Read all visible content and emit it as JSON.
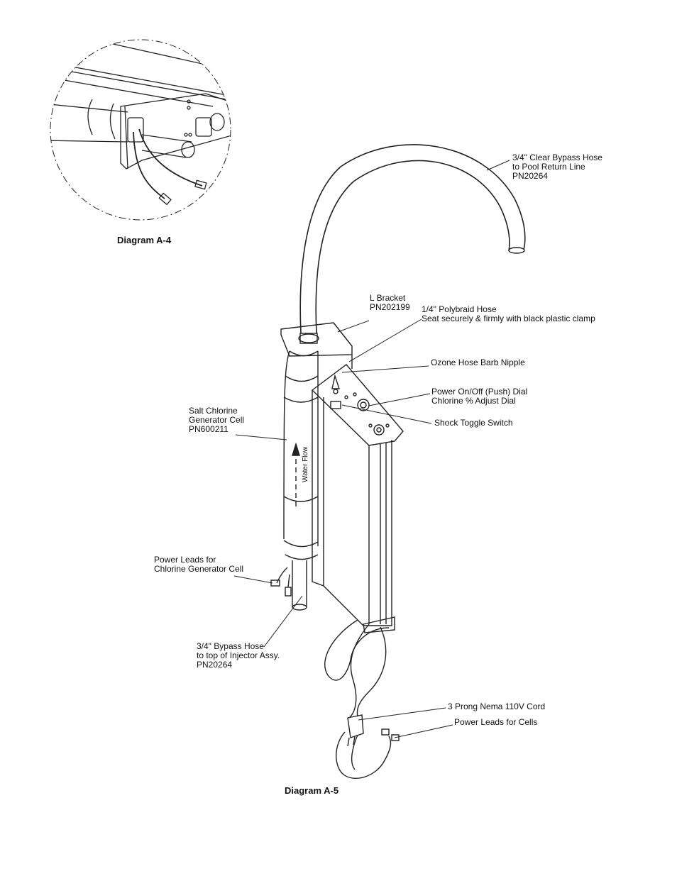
{
  "diagrams": {
    "detail_caption": "Diagram A-4",
    "main_caption": "Diagram A-5"
  },
  "callouts": {
    "bypass_hose_top": [
      "3/4\" Clear Bypass Hose",
      "to Pool Return Line",
      "PN20264"
    ],
    "l_bracket": [
      "L Bracket",
      "PN202199"
    ],
    "polybraid_hose": [
      "1/4\" Polybraid Hose",
      "Seat securely & firmly with black plastic clamp"
    ],
    "ozone_nipple": [
      "Ozone Hose Barb Nipple"
    ],
    "power_dial": [
      "Power On/Off (Push) Dial",
      "Chlorine % Adjust Dial"
    ],
    "shock_switch": [
      "Shock Toggle Switch"
    ],
    "salt_cell": [
      "Salt Chlorine",
      "Generator Cell",
      "PN600211"
    ],
    "power_leads_cell": [
      "Power Leads for",
      "Chlorine Generator Cell"
    ],
    "bypass_hose_bottom": [
      "3/4\" Bypass Hose",
      "to top of Injector Assy.",
      "PN20264"
    ],
    "nema_cord": [
      "3 Prong Nema 110V Cord"
    ],
    "power_leads_cells": [
      "Power Leads for Cells"
    ]
  },
  "cell_marking": "Water Flow"
}
